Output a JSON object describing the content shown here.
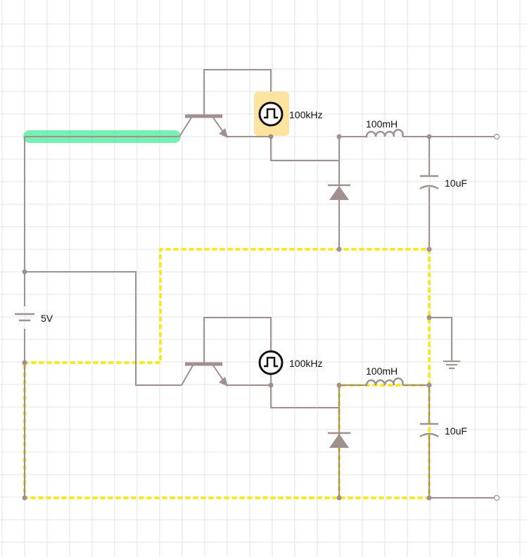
{
  "colors": {
    "wire": "#a09090",
    "grid": "#e6e6e6",
    "current_flow": "#f5ea2a",
    "selection": "#2ee88a",
    "source_highlight": "#fde3a0",
    "source_symbol": "#111111"
  },
  "components": {
    "battery": {
      "label": "5V",
      "icon": "battery-icon"
    },
    "top_stage": {
      "clock": {
        "label": "100kHz",
        "icon": "square-wave-source-icon"
      },
      "transistor": {
        "icon": "npn-transistor-icon"
      },
      "diode": {
        "icon": "diode-icon"
      },
      "inductor": {
        "label": "100mH",
        "icon": "inductor-icon"
      },
      "capacitor": {
        "label": "10uF",
        "icon": "capacitor-icon"
      }
    },
    "bottom_stage": {
      "clock": {
        "label": "100kHz",
        "icon": "square-wave-source-icon"
      },
      "transistor": {
        "icon": "npn-transistor-icon"
      },
      "diode": {
        "icon": "diode-icon"
      },
      "inductor": {
        "label": "100mH",
        "icon": "inductor-icon"
      },
      "capacitor": {
        "label": "10uF",
        "icon": "capacitor-icon"
      }
    },
    "ground": {
      "icon": "ground-icon"
    }
  }
}
